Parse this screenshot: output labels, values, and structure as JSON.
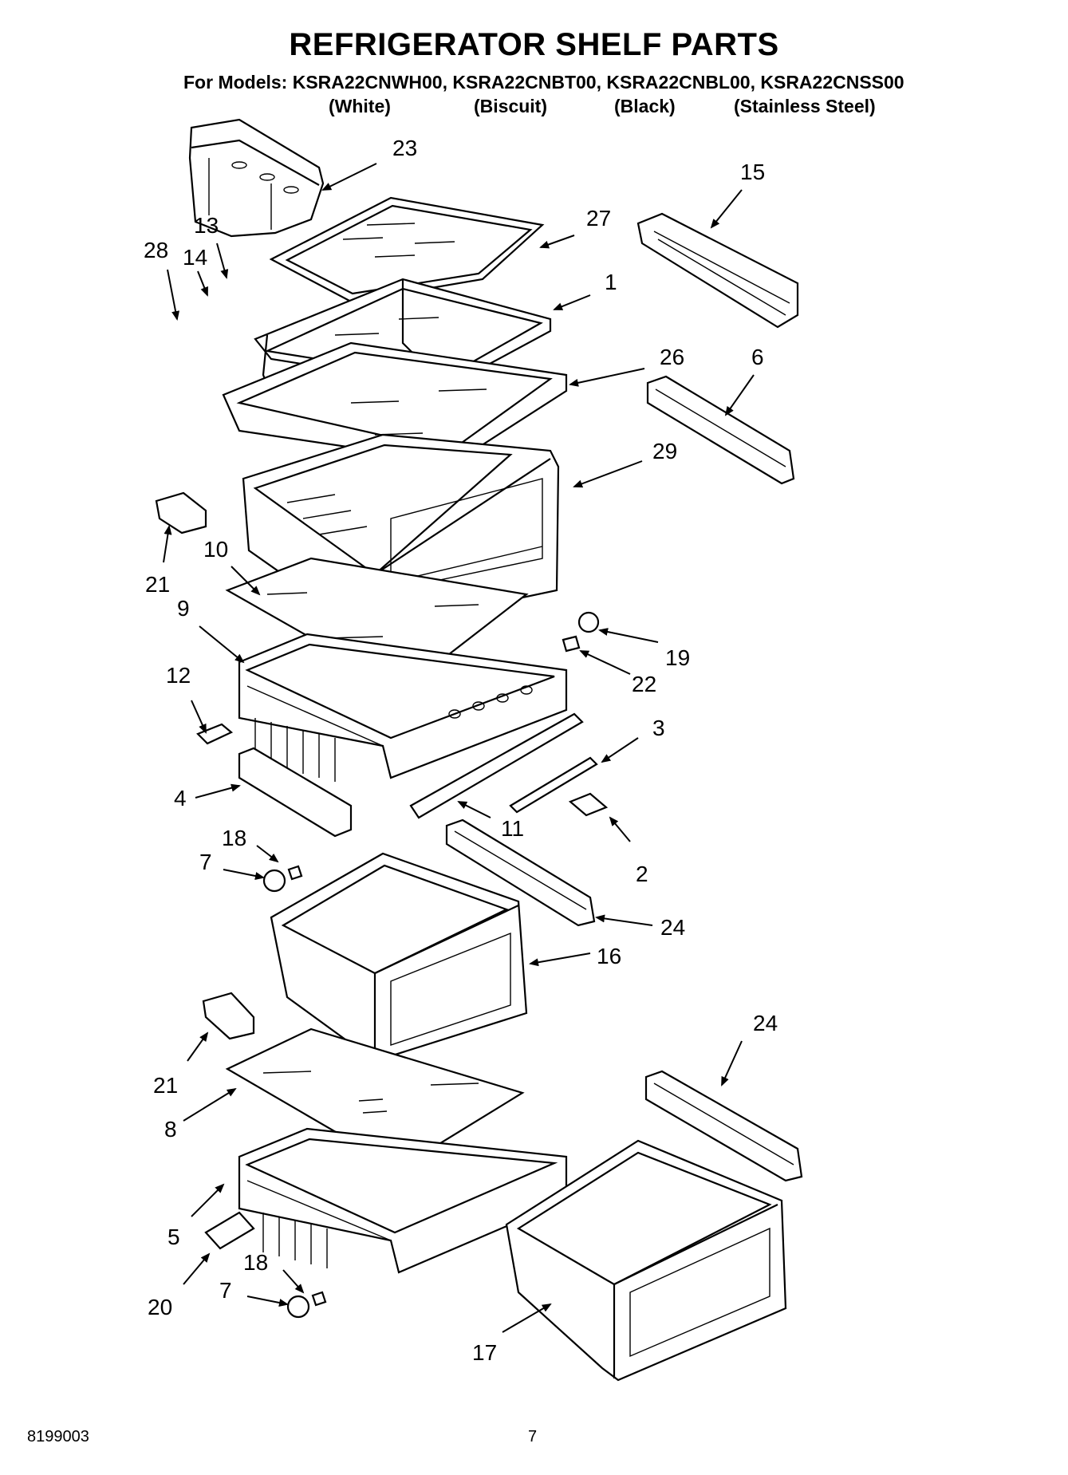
{
  "title": "REFRIGERATOR SHELF PARTS",
  "models_line": "For Models: KSRA22CNWH00, KSRA22CNBT00, KSRA22CNBL00, KSRA22CNSS00",
  "colors": [
    "(White)",
    "(Biscuit)",
    "(Black)",
    "(Stainless Steel)"
  ],
  "callouts": [
    "23",
    "15",
    "13",
    "27",
    "28",
    "14",
    "1",
    "26",
    "6",
    "29",
    "21",
    "10",
    "9",
    "19",
    "22",
    "12",
    "3",
    "4",
    "11",
    "18",
    "7",
    "2",
    "24",
    "16",
    "24",
    "21",
    "8",
    "5",
    "18",
    "7",
    "20",
    "17"
  ],
  "footer": {
    "doc_number": "8199003",
    "page_number": "7"
  }
}
